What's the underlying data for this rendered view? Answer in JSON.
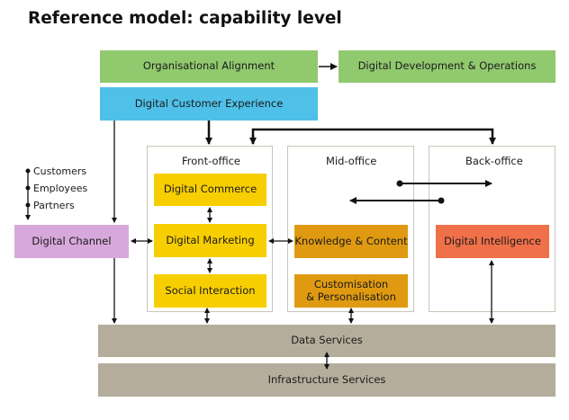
{
  "title": "Reference model: capability level",
  "top_row": {
    "organisational_alignment": "Organisational Alignment",
    "digital_dev_ops": "Digital Development & Operations"
  },
  "customer_experience": "Digital Customer Experience",
  "panels": {
    "front_office": "Front-office",
    "mid_office": "Mid-office",
    "back_office": "Back-office"
  },
  "channel_legend": [
    "Customers",
    "Employees",
    "Partners"
  ],
  "digital_channel": "Digital Channel",
  "front_office_boxes": {
    "commerce": "Digital Commerce",
    "marketing": "Digital Marketing",
    "social": "Social Interaction"
  },
  "mid_office_boxes": {
    "knowledge": "Knowledge & Content",
    "customisation_line1": "Customisation",
    "customisation_line2": "& Personalisation"
  },
  "back_office_boxes": {
    "intelligence": "Digital Intelligence"
  },
  "services": {
    "data": "Data Services",
    "infrastructure": "Infrastructure Services"
  },
  "colors": {
    "green": "#91c96f",
    "blue": "#4fc1e9",
    "yellow": "#f7ce00",
    "orange": "#e09a12",
    "red_orange": "#ef7049",
    "lilac": "#d7a8db",
    "taupe": "#b4ad9b",
    "line": "#111111"
  }
}
